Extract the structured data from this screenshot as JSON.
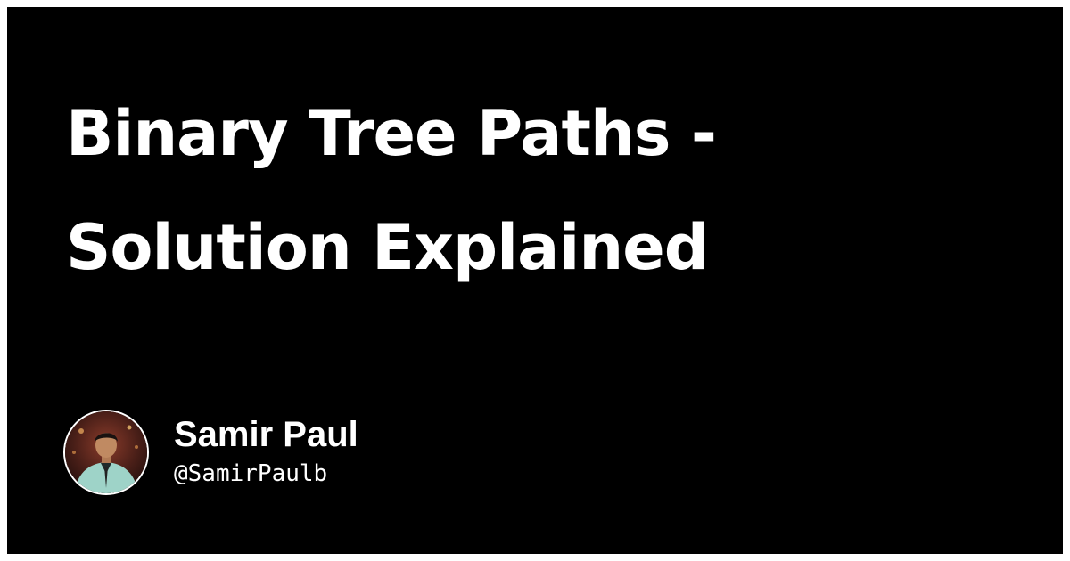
{
  "title": {
    "line1": "Binary Tree Paths -",
    "line2": "Solution Explained"
  },
  "author": {
    "name": "Samir Paul",
    "handle": "@SamirPaulb",
    "avatar_icon": "person-avatar-photo"
  },
  "colors": {
    "background": "#000000",
    "text": "#ffffff",
    "frame": "#ffffff"
  }
}
